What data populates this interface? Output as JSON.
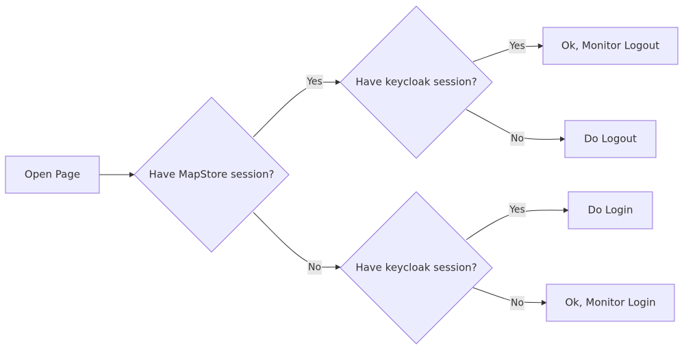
{
  "nodes": {
    "open_page": "Open Page",
    "mapstore_session": "Have MapStore session?",
    "keycloak_session_top": "Have keycloak session?",
    "keycloak_session_bottom": "Have keycloak session?",
    "ok_monitor_logout": "Ok, Monitor Logout",
    "do_logout": "Do Logout",
    "do_login": "Do Login",
    "ok_monitor_login": "Ok, Monitor Login"
  },
  "edge_labels": {
    "mapstore_yes": "Yes",
    "mapstore_no": "No",
    "top_yes": "Yes",
    "top_no": "No",
    "bottom_yes": "Yes",
    "bottom_no": "No"
  },
  "colors": {
    "node_fill": "#ececff",
    "node_stroke": "#9370db",
    "edge": "#333333",
    "label_bg": "#e8e8e8"
  }
}
